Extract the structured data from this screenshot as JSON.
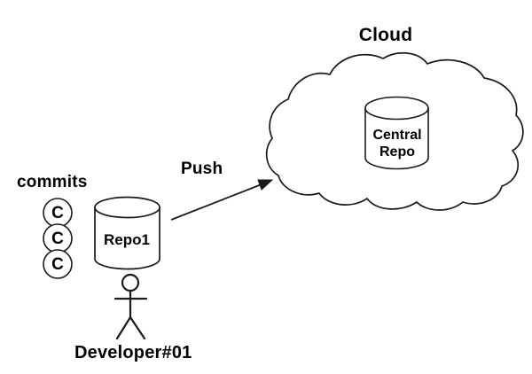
{
  "diagram": {
    "title_label": "Cloud",
    "stroke_color": "#1a1a1a",
    "fill_color": "#ffffff",
    "text_color": "#000000",
    "background": "#ffffff",
    "labels": {
      "cloud": "Cloud",
      "commits": "commits",
      "push": "Push",
      "developer": "Developer#01",
      "local_repo": "Repo1",
      "central_repo_line1": "Central",
      "central_repo_line2": "Repo"
    },
    "commit_nodes": [
      {
        "label": "C"
      },
      {
        "label": "C"
      },
      {
        "label": "C"
      }
    ],
    "nodes": [
      {
        "name": "local-repo-cylinder",
        "label": "Repo1",
        "shape": "cylinder"
      },
      {
        "name": "central-repo-cylinder",
        "label": "Central Repo",
        "shape": "cylinder"
      },
      {
        "name": "cloud-shape",
        "label": "Cloud",
        "shape": "cloud"
      },
      {
        "name": "developer-actor",
        "label": "Developer#01",
        "shape": "stick-figure"
      }
    ],
    "edges": [
      {
        "name": "push-arrow",
        "label": "Push",
        "from": "local-repo-cylinder",
        "to": "cloud-shape",
        "style": "solid-arrow"
      }
    ]
  }
}
